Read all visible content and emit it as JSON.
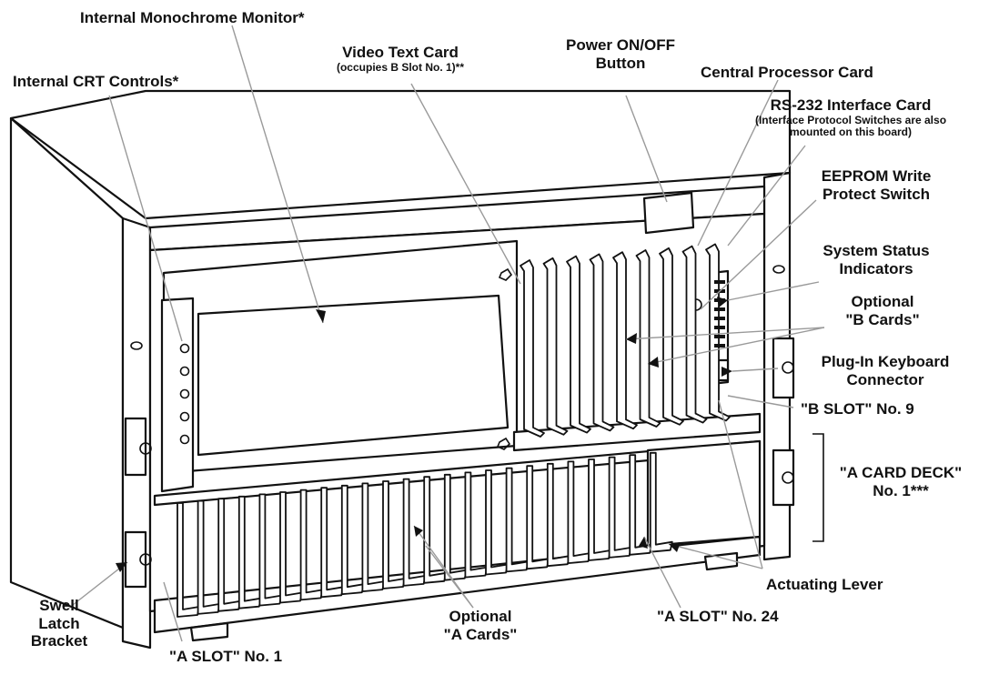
{
  "labels": {
    "monitor": "Internal Monochrome Monitor*",
    "crt_controls": "Internal CRT Controls*",
    "video_card": "Video Text Card",
    "video_card_note": "(occupies B Slot No. 1)**",
    "power_line1": "Power ON/OFF",
    "power_line2": "Button",
    "cpu_card": "Central Processor Card",
    "rs232": "RS-232 Interface Card",
    "rs232_note1": "(Interface Protocol Switches are also",
    "rs232_note2": "mounted on this board)",
    "eeprom_line1": "EEPROM Write",
    "eeprom_line2": "Protect Switch",
    "status_line1": "System Status",
    "status_line2": "Indicators",
    "bcards_line1": "Optional",
    "bcards_line2": "\"B Cards\"",
    "keyboard_line1": "Plug-In Keyboard",
    "keyboard_line2": "Connector",
    "bslot9": "\"B SLOT\" No. 9",
    "adeck_line1": "\"A CARD DECK\"",
    "adeck_line2": "No. 1***",
    "lever": "Actuating Lever",
    "aslot24": "\"A SLOT\" No. 24",
    "acards_line1": "Optional",
    "acards_line2": "\"A Cards\"",
    "swell_line1": "Swell",
    "swell_line2": "Latch",
    "swell_line3": "Bracket",
    "aslot1": "\"A SLOT\" No. 1"
  },
  "colors": {
    "ink": "#111111",
    "leader": "#9a9a9a",
    "panel": "#ffffff"
  }
}
